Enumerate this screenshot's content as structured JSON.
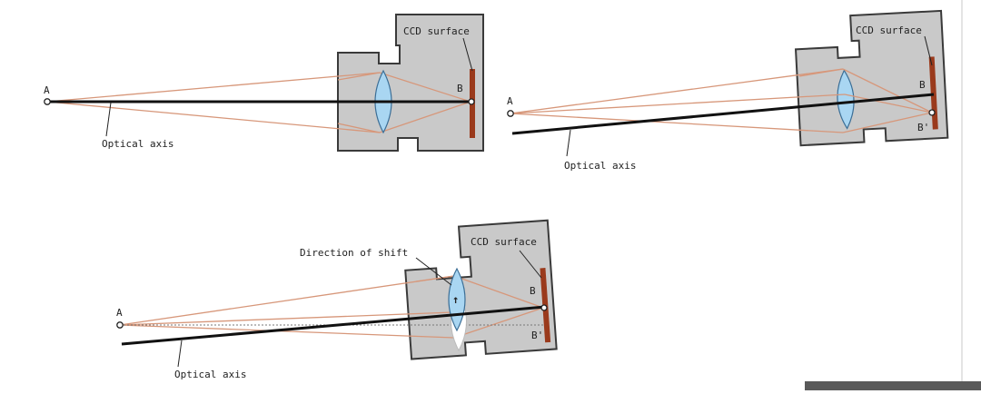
{
  "colors": {
    "camera_body": "#c9c9c9",
    "camera_outline": "#3a3a3a",
    "ray": "#d7977a",
    "axis": "#111111",
    "lens": "#a9d6f2",
    "ccd": "#9a3a1c"
  },
  "diagrams": [
    {
      "point_a": "A",
      "point_b": "B",
      "ccd_label": "CCD surface",
      "axis_label": "Optical axis"
    },
    {
      "point_a": "A",
      "point_b": "B",
      "point_b_prime": "B'",
      "ccd_label": "CCD surface",
      "axis_label": "Optical axis"
    },
    {
      "point_a": "A",
      "point_b": "B",
      "point_b_prime": "B'",
      "ccd_label": "CCD surface",
      "axis_label": "Optical axis",
      "shift_label": "Direction of shift",
      "shift_arrow": "↑"
    }
  ]
}
